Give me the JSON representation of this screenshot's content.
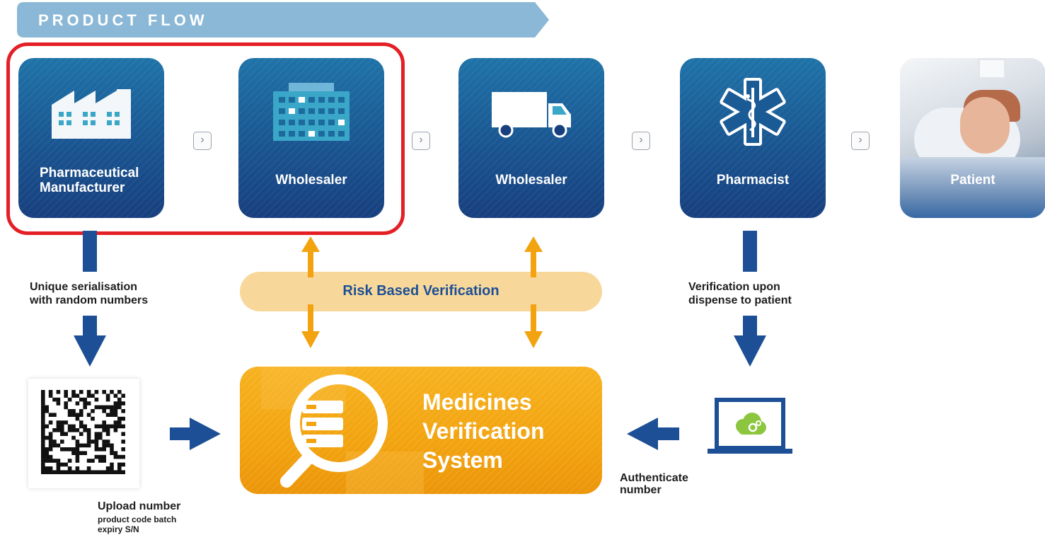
{
  "banner": {
    "label": "PRODUCT FLOW"
  },
  "stages": [
    {
      "label_line1": "Pharmaceutical",
      "label_line2": "Manufacturer",
      "icon": "factory-icon"
    },
    {
      "label": "Wholesaler",
      "icon": "building-icon"
    },
    {
      "label": "Wholesaler",
      "icon": "truck-icon"
    },
    {
      "label": "Pharmacist",
      "icon": "medical-star-icon"
    },
    {
      "label": "Patient",
      "icon": "patient-photo"
    }
  ],
  "chevron_glyph": "›",
  "notes": {
    "serialisation_line1": "Unique serialisation",
    "serialisation_line2": "with random numbers",
    "verification_line1": "Verification upon",
    "verification_line2": "dispense to patient",
    "authenticate_line1": "Authenticate",
    "authenticate_line2": "number",
    "upload_title": "Upload number",
    "upload_sub_line1": "product code batch",
    "upload_sub_line2": "expiry S/N"
  },
  "risk_based": {
    "label": "Risk Based Verification"
  },
  "mvs": {
    "line1": "Medicines",
    "line2": "Verification",
    "line3": "System",
    "icon": "database-search-icon"
  },
  "colors": {
    "banner": "#8bb8d6",
    "stage_blue": "#1a5a95",
    "arrow_blue": "#1c4f95",
    "orange": "#f2a30f",
    "orange_light": "#f8d89a",
    "highlight_red": "#e41f26",
    "cloud_green": "#8cc63f"
  }
}
